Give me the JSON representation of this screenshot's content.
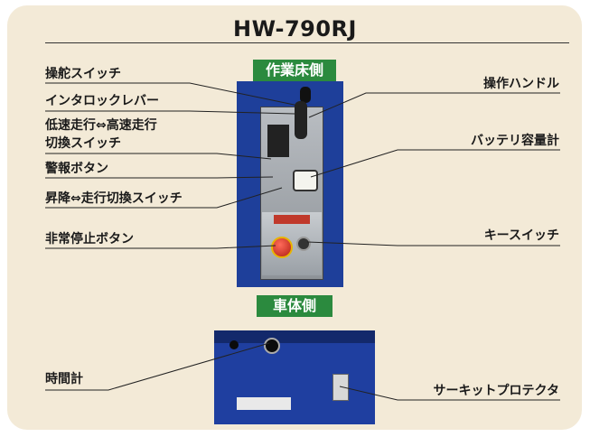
{
  "title": "HW-790RJ",
  "sections": {
    "operator_side": "作業床側",
    "vehicle_side": "車体側"
  },
  "labels": {
    "steering_switch": "操舵スイッチ",
    "interlock_lever": "インタロックレバー",
    "speed_switch_line1": "低速走行⇔高速走行",
    "speed_switch_line2": "切換スイッチ",
    "alarm_button": "警報ボタン",
    "lift_travel_switch": "昇降⇔走行切換スイッチ",
    "emergency_stop_button": "非常停止ボタン",
    "operating_handle": "操作ハンドル",
    "battery_gauge": "バッテリ容量計",
    "key_switch": "キースイッチ",
    "hour_meter": "時間計",
    "circuit_protector": "サーキットプロテクタ"
  },
  "colors": {
    "background": "#f3ead7",
    "section_badge": "#2b8a3e",
    "machine_blue": "#1e3f9a"
  }
}
